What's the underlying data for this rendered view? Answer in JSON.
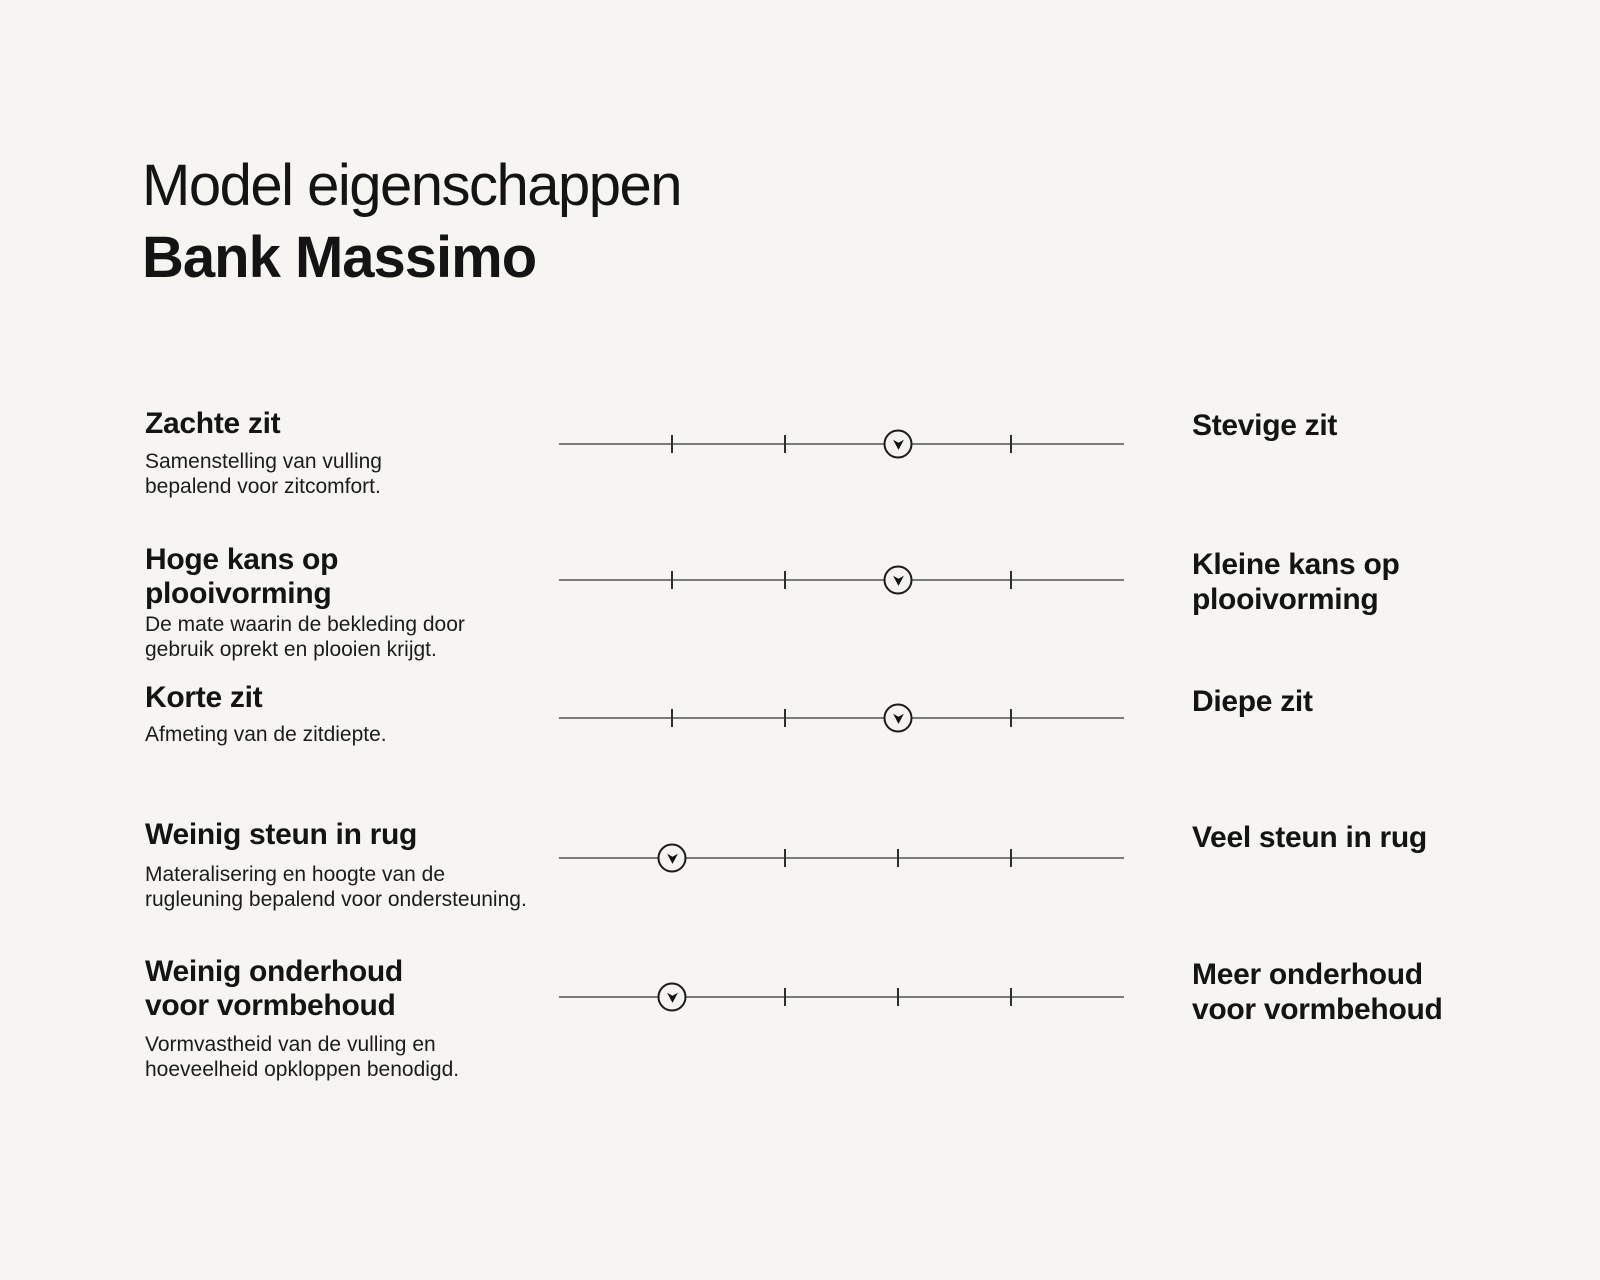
{
  "page": {
    "background_color": "#f6f5f2",
    "text_color": "#141414",
    "track_color": "#7b7b78",
    "tick_color": "#2e2e2c",
    "marker_border_color": "#1a1a1a",
    "marker_fill_color": "#f5f3ef",
    "marker_icon": "down-arrow-icon"
  },
  "header": {
    "title": "Model eigenschappen",
    "product": "Bank Massimo"
  },
  "scale": {
    "tick_positions": [
      0.2,
      0.4,
      0.6,
      0.8
    ],
    "range": [
      0,
      1
    ]
  },
  "rows": [
    {
      "left_title": "Zachte zit",
      "left_desc": "Samenstelling van vulling\nbepalend voor zitcomfort.",
      "right_title": "Stevige zit",
      "value": 0.6
    },
    {
      "left_title": "Hoge kans op\nplooivorming",
      "left_desc": "De mate waarin de bekleding door\ngebruik oprekt en plooien krijgt.",
      "right_title": "Kleine kans op\nplooivorming",
      "value": 0.6
    },
    {
      "left_title": "Korte zit",
      "left_desc": "Afmeting van de zitdiepte.",
      "right_title": "Diepe zit",
      "value": 0.6
    },
    {
      "left_title": "Weinig steun in rug",
      "left_desc": "Materalisering en hoogte van de\nrugleuning bepalend voor ondersteuning.",
      "right_title": "Veel steun in rug",
      "value": 0.2
    },
    {
      "left_title": "Weinig onderhoud\nvoor vormbehoud",
      "left_desc": "Vormvastheid van de vulling en\nhoeveelheid opkloppen benodigd.",
      "right_title": "Meer onderhoud\nvoor vormbehoud",
      "value": 0.2
    }
  ]
}
